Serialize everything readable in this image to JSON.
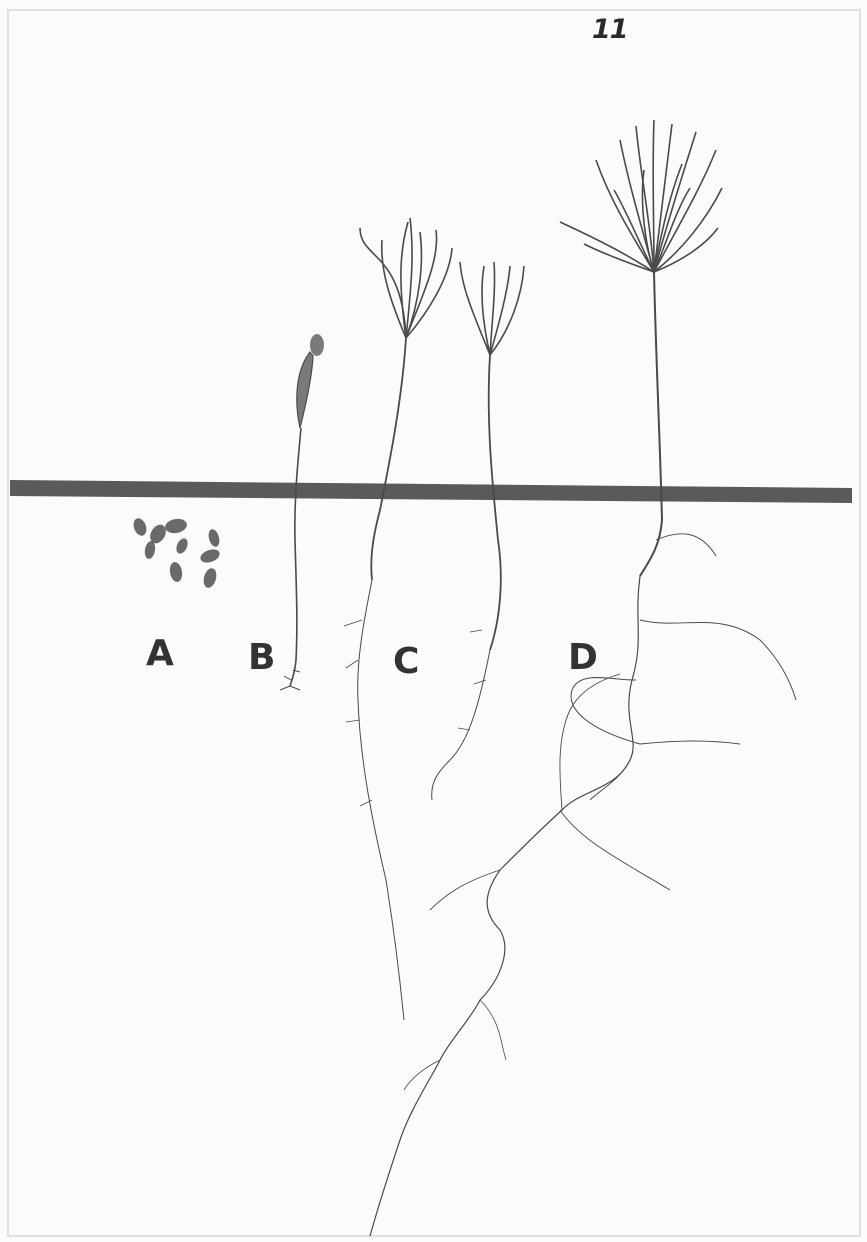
{
  "plate": {
    "number": "11"
  },
  "stages": [
    {
      "label": "A"
    },
    {
      "label": "B"
    },
    {
      "label": "C"
    },
    {
      "label": "D"
    }
  ],
  "colors": {
    "paper": "#fbfbfa",
    "ground_line": "#5a5a5a",
    "ink": "#4a4a4a"
  }
}
